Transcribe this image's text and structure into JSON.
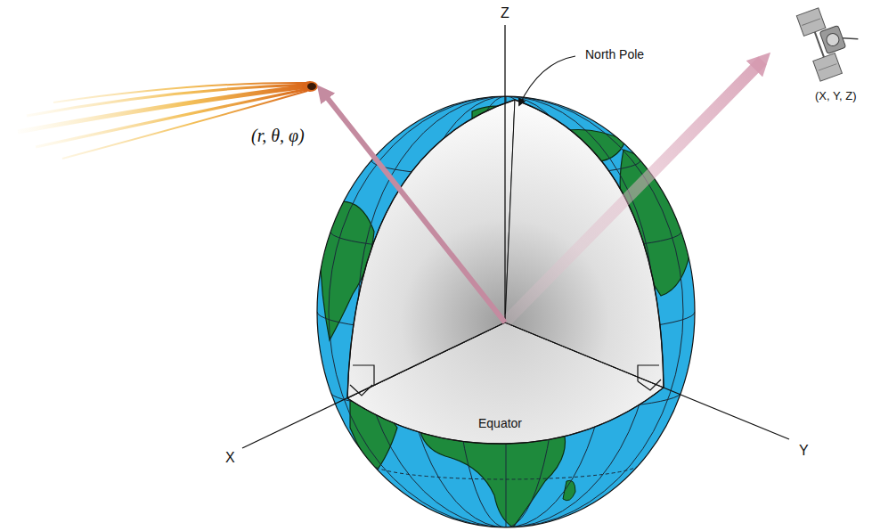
{
  "diagram": {
    "labels": [
      "Z",
      "North Pole",
      "(r, θ, φ)",
      "(X, Y, Z)",
      "Equator",
      "X",
      "Y"
    ]
  }
}
